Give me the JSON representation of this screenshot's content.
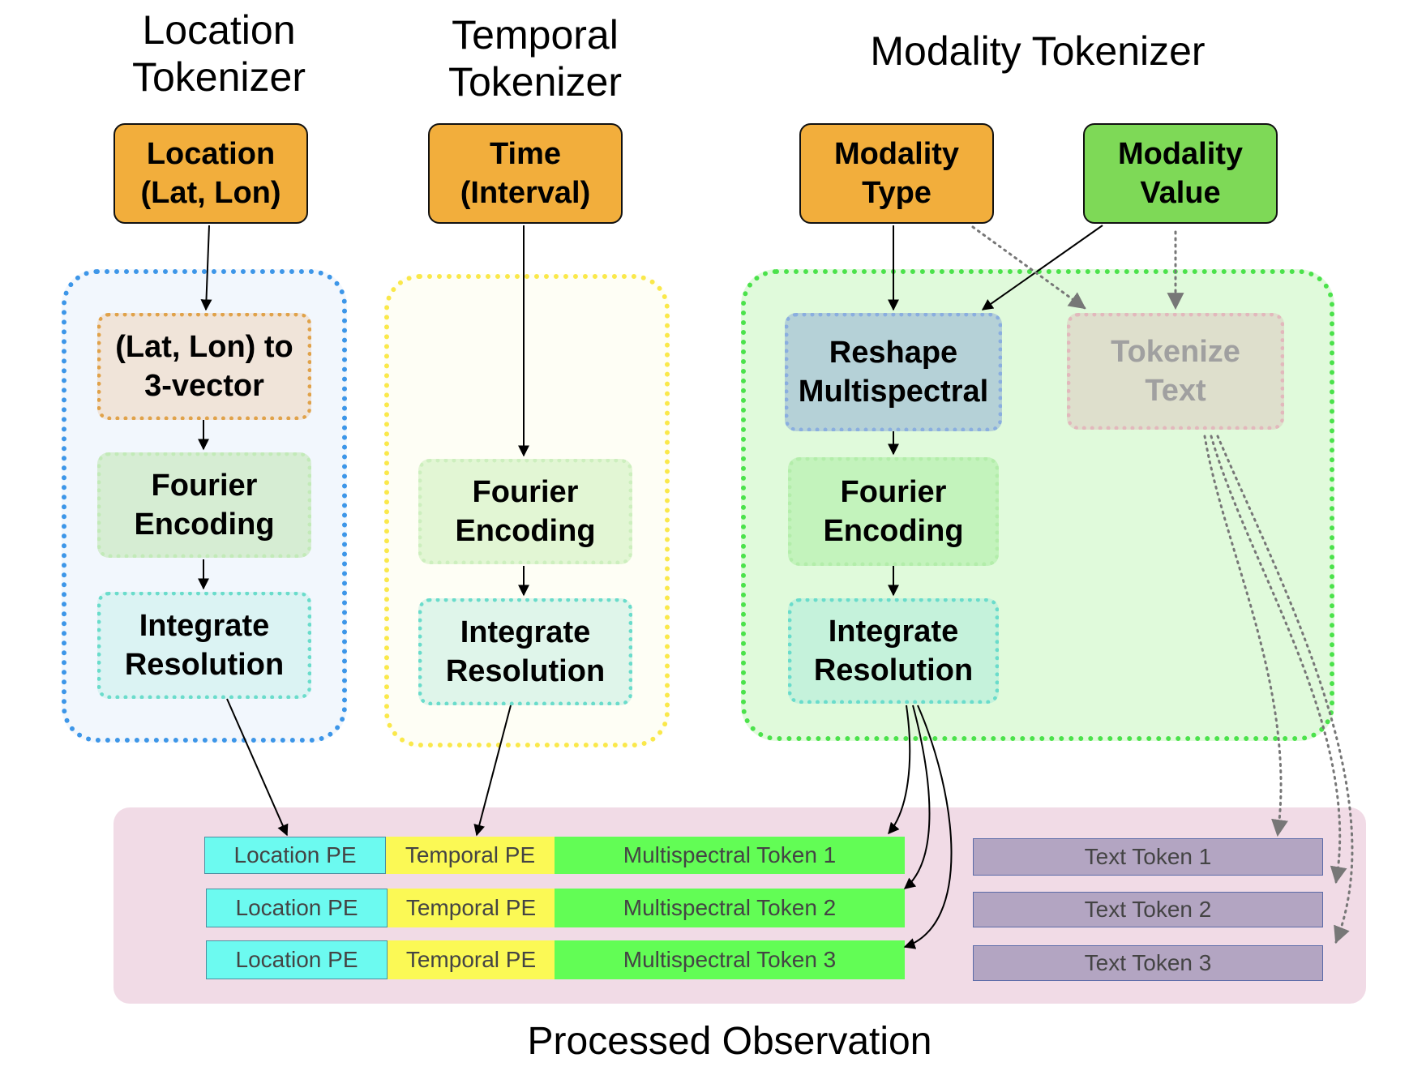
{
  "titles": {
    "location": [
      "Location",
      "Tokenizer"
    ],
    "temporal": [
      "Temporal",
      "Tokenizer"
    ],
    "modality": "Modality Tokenizer",
    "processed": "Processed Observation"
  },
  "inputs": {
    "location": [
      "Location",
      "(Lat, Lon)"
    ],
    "time": [
      "Time",
      "(Interval)"
    ],
    "modality_type": [
      "Modality",
      "Type"
    ],
    "modality_value": [
      "Modality",
      "Value"
    ]
  },
  "location_steps": {
    "to_vector": [
      "(Lat, Lon) to",
      "3-vector"
    ],
    "fourier": [
      "Fourier",
      "Encoding"
    ],
    "integrate": [
      "Integrate",
      "Resolution"
    ]
  },
  "temporal_steps": {
    "fourier": [
      "Fourier",
      "Encoding"
    ],
    "integrate": [
      "Integrate",
      "Resolution"
    ]
  },
  "modality_steps": {
    "reshape": [
      "Reshape",
      "Multispectral"
    ],
    "tokenize_text": [
      "Tokenize",
      "Text"
    ],
    "fourier": [
      "Fourier",
      "Encoding"
    ],
    "integrate": [
      "Integrate",
      "Resolution"
    ]
  },
  "token_rows": [
    {
      "location": "Location PE",
      "temporal": "Temporal PE",
      "multispectral": "Multispectral Token 1"
    },
    {
      "location": "Location PE",
      "temporal": "Temporal PE",
      "multispectral": "Multispectral Token 2"
    },
    {
      "location": "Location PE",
      "temporal": "Temporal PE",
      "multispectral": "Multispectral Token 3"
    }
  ],
  "text_tokens": [
    "Text Token 1",
    "Text Token 2",
    "Text Token 3"
  ],
  "colors": {
    "orange_input": "#F2AE3C",
    "green_input": "#7ED957",
    "location_group_border": "#3D96E8",
    "location_group_fill": "#F2F7FD",
    "temporal_group_border": "#FAE84A",
    "temporal_group_fill": "#FEFEF5",
    "modality_group_border": "#4BE24B",
    "modality_group_fill": "#E0FADB",
    "processed_fill": "#F1DBE6",
    "location_pe": "#6CFAF0",
    "temporal_pe": "#FBF955",
    "multispectral_token": "#62FD55",
    "text_token": "#B3A5C2"
  }
}
